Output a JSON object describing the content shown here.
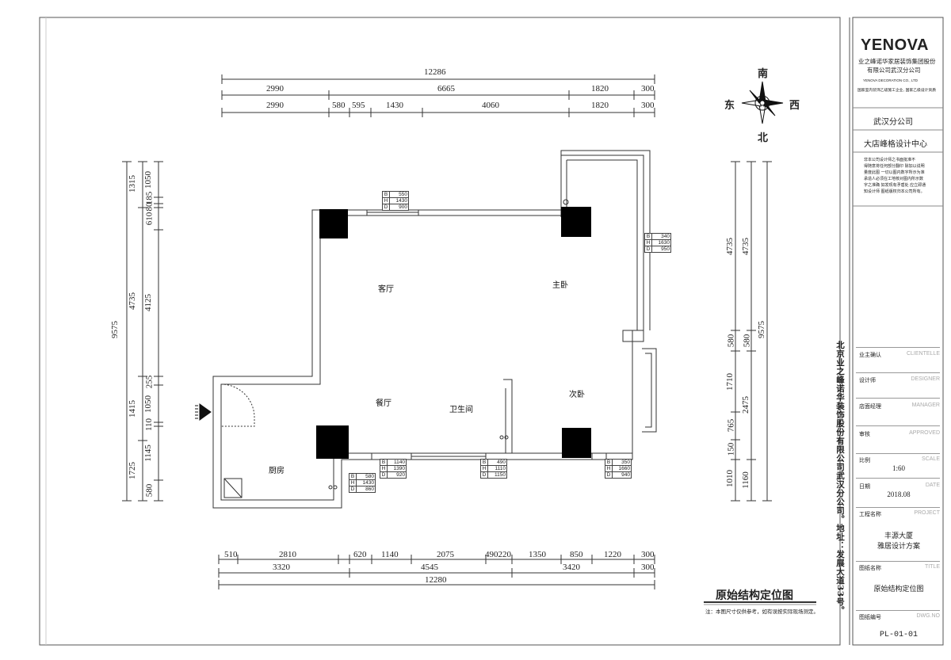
{
  "brand": {
    "logo": "YENOVA",
    "company_line1": "业之峰诺华家居装饰集团股份",
    "company_line2": "有限公司武汉分公司",
    "english_line": "YENOVA DECORATION CO., LTD",
    "slogan": "国家室内装饰乙级施工企业, 国家乙级设计资质"
  },
  "branch": "武汉分公司",
  "design_center": "大店峰格设计中心",
  "notice": [
    "非本公司设计师之书面批准不",
    "得随意将任何部分翻印 除加以说明",
    "量度此图 一切以图内数字所示为准",
    "承造人必须在工地核对图内所示数",
    "字之准确 如发现有矛盾处 应立即通",
    "知设计师 图纸版权归本公司所有。"
  ],
  "side_address": "北京业之峰诺华装饰股份有限公司武汉分公司。地址：发展大道33号。",
  "compass": {
    "south": "南",
    "north": "北",
    "east": "东",
    "west": "西"
  },
  "rooms": {
    "living": "客厅",
    "master": "主卧",
    "dining": "餐厅",
    "bath": "卫生间",
    "second": "次卧",
    "kitchen": "厨房"
  },
  "dims": {
    "top_total": "12286",
    "top_row1": [
      "2990",
      "6665",
      "1820",
      "300"
    ],
    "top_row2": [
      "2990",
      "580",
      "595",
      "1430",
      "4060",
      "1820",
      "300"
    ],
    "bottom_row1": [
      "510",
      "2810",
      "620",
      "1140",
      "2075",
      "490220",
      "1350",
      "850",
      "1220",
      "300"
    ],
    "bottom_row2": [
      "3320",
      "4545",
      "3420",
      "300"
    ],
    "bottom_total": "12280",
    "left_total": "9575",
    "left_outer": [
      "1315",
      "4735",
      "1415",
      "1725"
    ],
    "left_inner": [
      "1050",
      "185",
      "80",
      "610",
      "4125",
      "255",
      "1050",
      "110",
      "1145",
      "580"
    ],
    "right_total": "9575",
    "right_outer": [
      "4735",
      "580",
      "2475",
      "1160"
    ],
    "right_inner": [
      "4735",
      "580",
      "1710",
      "765",
      "150",
      "1010"
    ]
  },
  "windows": [
    {
      "B": "550",
      "H": "1430",
      "D": "900"
    },
    {
      "B": "340",
      "H": "1630",
      "D": "950"
    },
    {
      "B": "1140",
      "H": "1390",
      "D": "920"
    },
    {
      "B": "490",
      "H": "1110",
      "D": "1150"
    },
    {
      "B": "350",
      "H": "1660",
      "D": "940"
    },
    {
      "B": "580",
      "H": "1430",
      "D": "860"
    }
  ],
  "title_block": {
    "owner_key": "业主确认",
    "owner_en": "CLIENTELLE",
    "designer_key": "设计师",
    "designer_en": "DESIGNER",
    "manager_key": "店面经理",
    "manager_en": "MANAGER",
    "review_key": "审核",
    "review_en": "APPROVED",
    "scale_key": "比例",
    "scale_en": "SCALE",
    "scale_val": "1:60",
    "date_key": "日期",
    "date_en": "DATE",
    "date_val": "2018.08",
    "project_key": "工程名称",
    "project_en": "PROJECT",
    "project_val1": "丰源大厦",
    "project_val2": "雅居设计方案",
    "title_key": "图纸名称",
    "title_en": "TITLE",
    "title_val": "原始结构定位图",
    "dwg_key": "图纸编号",
    "dwg_en": "DWG.NO",
    "dwg_val": "PL-01-01"
  },
  "drawing_title": "原始结构定位图",
  "drawing_note": "注：本图尺寸仅供参考，如有误按实际现场测定。"
}
